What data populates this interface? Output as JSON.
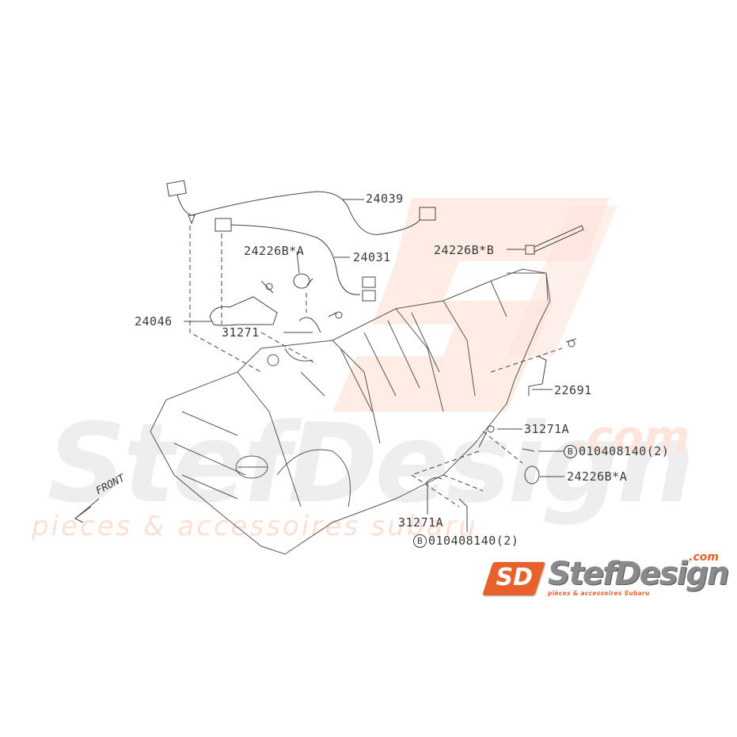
{
  "diagram": {
    "type": "exploded-parts-diagram",
    "subject": "Manual transmission wiring harness and brackets",
    "direction_indicator": "FRONT",
    "parts": [
      {
        "id": "p1",
        "number": "24039"
      },
      {
        "id": "p2",
        "number": "24031"
      },
      {
        "id": "p3",
        "number": "24226B*A"
      },
      {
        "id": "p4",
        "number": "24226B*B"
      },
      {
        "id": "p5",
        "number": "24046"
      },
      {
        "id": "p6",
        "number": "31271"
      },
      {
        "id": "p7",
        "number": "22691"
      },
      {
        "id": "p8",
        "number": "31271A"
      },
      {
        "id": "p9",
        "number": "010408140(2)",
        "ref_symbol": "B"
      },
      {
        "id": "p10",
        "number": "24226B*A"
      },
      {
        "id": "p11",
        "number": "31271A"
      },
      {
        "id": "p12",
        "number": "010408140(2)",
        "ref_symbol": "B"
      }
    ]
  },
  "labels": {
    "l24039": "24039",
    "l24031": "24031",
    "l24226ba_top": "24226B*A",
    "l24226bb": "24226B*B",
    "l24046": "24046",
    "l31271": "31271",
    "l22691": "22691",
    "l31271a_right": "31271A",
    "bolt_right_symbol": "B",
    "bolt_right_number": "010408140(2)",
    "l24226ba_right": "24226B*A",
    "l31271a_bottom": "31271A",
    "bolt_bottom_symbol": "B",
    "bolt_bottom_number": "010408140(2)",
    "front": "FRONT"
  },
  "watermark": {
    "main": "StefDesign",
    "com": ".com",
    "tagline": "pieces & accessoires subaru",
    "color_gray": "#eeeeee",
    "color_orange": "#fde0d5"
  },
  "logo": {
    "badge": "SD",
    "name": "StefDesign",
    "com": ".com",
    "tagline": "pièces & accessoires Subaru",
    "accent_color": "#e8612a",
    "text_color": "#8a8a8a"
  }
}
